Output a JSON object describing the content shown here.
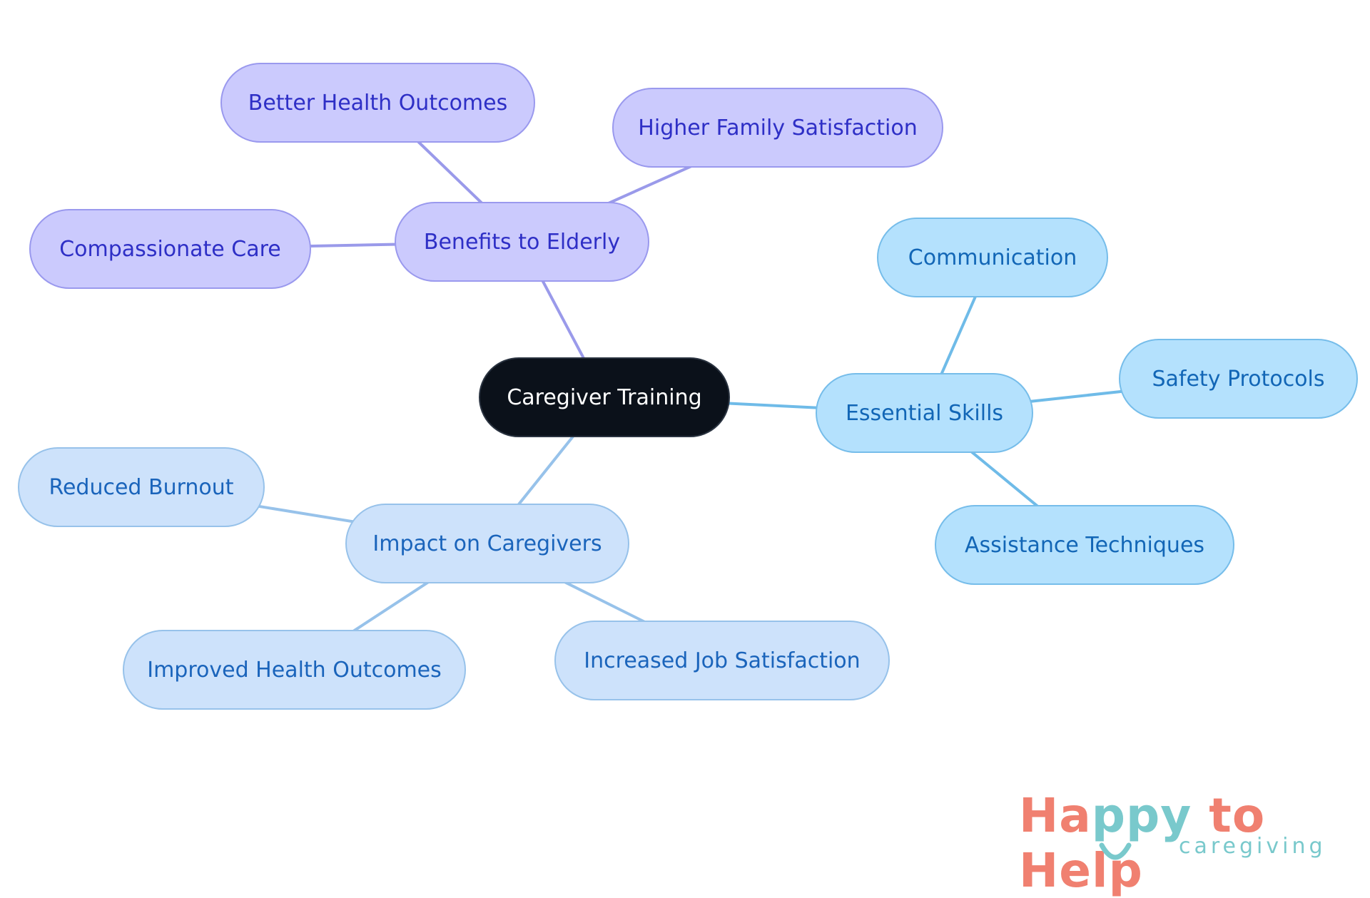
{
  "diagram": {
    "root": {
      "id": "root",
      "label": "Caregiver Training",
      "style": "root"
    },
    "branches": [
      {
        "id": "benefits",
        "label": "Benefits to Elderly",
        "style": "purple",
        "children": [
          {
            "id": "better-health",
            "label": "Better Health Outcomes"
          },
          {
            "id": "family-satisfaction",
            "label": "Higher Family Satisfaction"
          },
          {
            "id": "compassionate",
            "label": "Compassionate Care"
          }
        ]
      },
      {
        "id": "skills",
        "label": "Essential Skills",
        "style": "blue",
        "children": [
          {
            "id": "communication",
            "label": "Communication"
          },
          {
            "id": "safety",
            "label": "Safety Protocols"
          },
          {
            "id": "assistance",
            "label": "Assistance Techniques"
          }
        ]
      },
      {
        "id": "impact",
        "label": "Impact on Caregivers",
        "style": "lightblue",
        "children": [
          {
            "id": "burnout",
            "label": "Reduced Burnout"
          },
          {
            "id": "improved-health",
            "label": "Improved Health Outcomes"
          },
          {
            "id": "job-satisfaction",
            "label": "Increased Job Satisfaction"
          }
        ]
      }
    ],
    "colors": {
      "root_fill": "#0b111a",
      "purple_edge": "#9a9aea",
      "blue_edge": "#6fbbe8",
      "lightblue_edge": "#97c2ea"
    }
  },
  "logo": {
    "part1": "Ha",
    "part2": "ppy",
    "part3": " to Help",
    "tagline": "caregiving",
    "icon": "smile-icon"
  }
}
